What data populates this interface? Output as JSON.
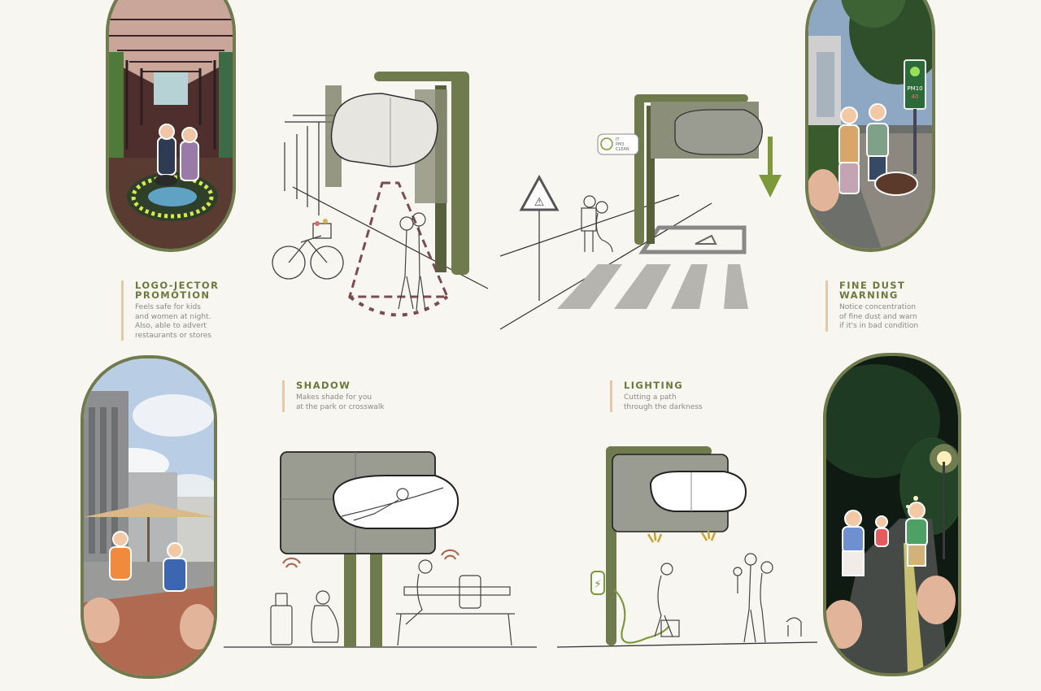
{
  "captions": {
    "logo_jector": {
      "title_line1": "LOGO-JECTOR",
      "title_line2": "PROMOTION",
      "desc": [
        "Feels safe for kids",
        "and women at night.",
        "Also, able to advert",
        "restaurants or stores"
      ]
    },
    "fine_dust": {
      "title_line1": "FINE DUST",
      "title_line2": "WARNING",
      "desc": [
        "Notice concentration",
        "of fine dust and warn",
        "if it's in bad condition"
      ]
    },
    "shadow": {
      "title": "SHADOW",
      "desc": [
        "Makes shade for you",
        "at the park or crosswalk"
      ]
    },
    "lighting": {
      "title": "LIGHTING",
      "desc": [
        "Cutting a path",
        "through the darkness"
      ]
    }
  },
  "sensor_display": {
    "line1": "IT",
    "line2": "PM3",
    "line3": "CLEAN"
  },
  "photo_sign": {
    "line1": "PM10",
    "line2": "40"
  },
  "colors": {
    "background": "#f8f6f1",
    "frame_green": "#6f7b4c",
    "accent_green": "#7c9a3a",
    "caption_title": "#6b7a3b",
    "caption_bar": "#e3c9ab",
    "panel_gray": "#9a9c92",
    "projection_maroon": "#7a4c52"
  }
}
